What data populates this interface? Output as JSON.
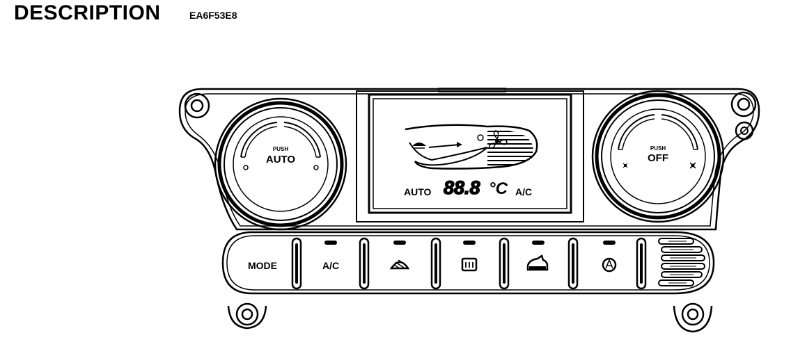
{
  "header": {
    "title": "DESCRIPTION",
    "code": "EA6F53E8"
  },
  "left_knob": {
    "small_label": "PUSH",
    "big_label": "AUTO"
  },
  "right_knob": {
    "small_label": "PUSH",
    "big_label": "OFF"
  },
  "display": {
    "auto_label": "AUTO",
    "temp_value": "88.8",
    "temp_unit": "°C",
    "ac_label": "A/C"
  },
  "buttons": {
    "mode_label": "MODE",
    "ac_label": "A/C",
    "icons": [
      "front-defrost-icon",
      "rear-defrost-icon",
      "recirculation-icon",
      "auto-recirc-icon"
    ]
  },
  "colors": {
    "line": "#000000",
    "background": "#ffffff"
  }
}
